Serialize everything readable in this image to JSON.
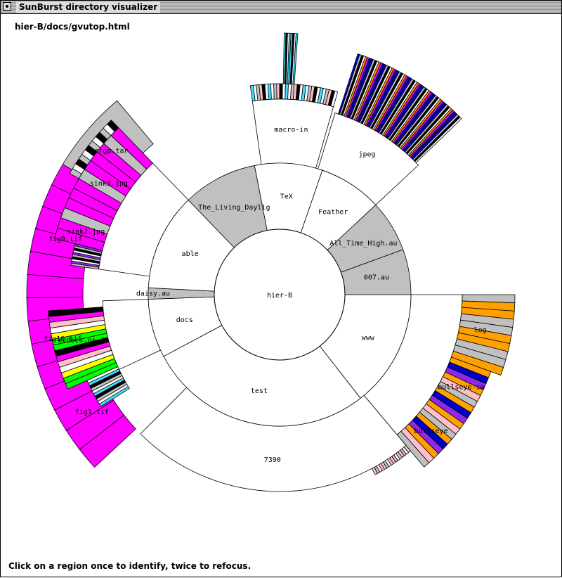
{
  "window": {
    "title": "SunBurst directory visualizer",
    "path": "hier-B/docs/gvutop.html",
    "status": "Click on a region once to identify, twice to refocus."
  },
  "root": {
    "label": "hier-B"
  },
  "colors": {
    "white": "#ffffff",
    "gray": "#c0c0c0",
    "magenta": "#ff00ff",
    "cyan": "#40e0ff",
    "blue": "#0000c8",
    "purple": "#9028e8",
    "orange": "#ffa000",
    "pink": "#ffc0cb",
    "green": "#00ff00",
    "yellow": "#ffff00",
    "black": "#000000"
  },
  "rings": [
    {
      "level": 1,
      "segments": [
        {
          "id": "www",
          "label": "www",
          "start": 90,
          "end": 142,
          "color": "white"
        },
        {
          "id": "test",
          "label": "test",
          "start": 142,
          "end": 242,
          "color": "white"
        },
        {
          "id": "docs",
          "label": "docs",
          "start": 242,
          "end": 268,
          "color": "white"
        },
        {
          "id": "daisy",
          "label": "daisy.au",
          "start": 268,
          "end": 273,
          "color": "gray"
        },
        {
          "id": "able",
          "label": "able",
          "start": 273,
          "end": 316,
          "color": "white"
        },
        {
          "id": "living",
          "label": "The_Living_Daylig",
          "start": 316,
          "end": 349,
          "color": "gray"
        },
        {
          "id": "tex",
          "label": "TeX",
          "start": 349,
          "end": 19,
          "color": "white"
        },
        {
          "id": "feather",
          "label": "Feather",
          "start": 19,
          "end": 47,
          "color": "white"
        },
        {
          "id": "alltime",
          "label": "All_Time_High.au",
          "start": 47,
          "end": 70,
          "color": "gray"
        },
        {
          "id": "007",
          "label": "007.au",
          "start": 70,
          "end": 90,
          "color": "gray"
        }
      ]
    },
    {
      "level": 2,
      "segments": [
        {
          "id": "7390",
          "label": "7390",
          "start": 140,
          "end": 225,
          "color": "white"
        },
        {
          "id": "www-child",
          "label": "",
          "start": 90,
          "end": 140,
          "color": "white"
        },
        {
          "id": "macro",
          "label": "macro-in",
          "start": 352,
          "end": 16,
          "color": "white"
        },
        {
          "id": "jpeg",
          "label": "jpeg",
          "start": 17,
          "end": 47,
          "color": "white"
        },
        {
          "id": "able-child",
          "label": "",
          "start": 278,
          "end": 316,
          "color": "white"
        },
        {
          "id": "docs-child",
          "label": "",
          "start": 245,
          "end": 268,
          "color": "white"
        }
      ]
    },
    {
      "level": 3,
      "segments": [
        {
          "id": "fig1",
          "label": "fig1.tif",
          "start": 227,
          "end": 249,
          "color": "magenta"
        },
        {
          "id": "fig10",
          "label": "fig10.tif",
          "start": 249,
          "end": 268,
          "color": "magenta"
        },
        {
          "id": "fig9",
          "label": "fig9.tif",
          "start": 268,
          "end": 301,
          "color": "magenta"
        },
        {
          "id": "srgp",
          "label": "srgp.tar",
          "start": 301,
          "end": 320,
          "color": "gray"
        },
        {
          "id": "log",
          "label": "log",
          "start": 90,
          "end": 110,
          "color": "gray"
        },
        {
          "id": "bullseye-sa",
          "label": "bullseye-sa",
          "start": 110,
          "end": 124,
          "color": "orange"
        },
        {
          "id": "bullseye",
          "label": "bullseye",
          "start": 124,
          "end": 140,
          "color": "orange"
        },
        {
          "id": "sink2",
          "label": "sink2.jpg",
          "start": 280,
          "end": 296,
          "color": "magenta"
        },
        {
          "id": "sink3",
          "label": "sink3.jpg",
          "start": 296,
          "end": 310,
          "color": "magenta"
        },
        {
          "id": "xvdocs",
          "label": "xvdocs.ps.Z",
          "start": 248,
          "end": 266,
          "color": "green"
        }
      ]
    }
  ]
}
